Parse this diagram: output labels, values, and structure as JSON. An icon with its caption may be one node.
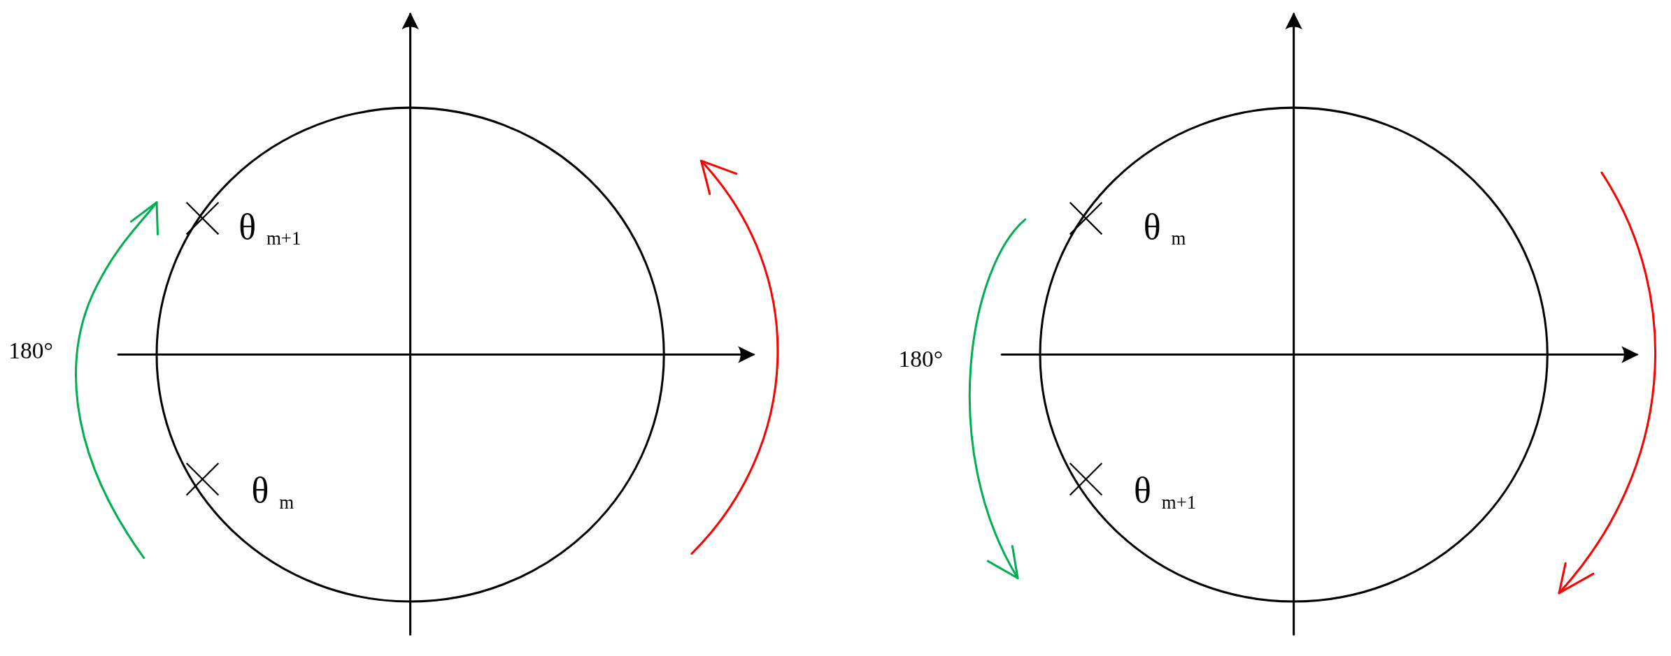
{
  "diagram": {
    "labels": [
      "θ$_{m+1}$",
      "θ$_{m}$",
      "180°",
      "180°",
      "θ$_{m}$",
      "θ$_{m+1}$"
    ]
  }
}
